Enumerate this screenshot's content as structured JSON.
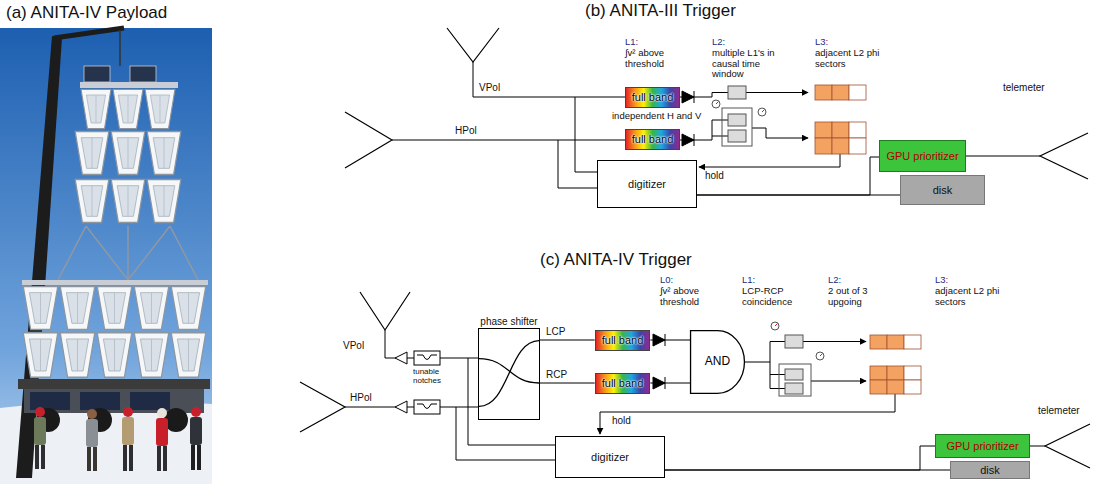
{
  "diagram": {
    "nodes": [
      {
        "text": [
          "full band"
        ]
      },
      {
        "text": [
          "full band"
        ]
      },
      {
        "text": [
          "digitizer"
        ]
      },
      {
        "text": [
          "GPU prioritizer"
        ]
      },
      {
        "text": [
          "disk"
        ]
      },
      {
        "text": [
          "phase shifter"
        ]
      },
      {
        "text": [
          "full band"
        ]
      },
      {
        "text": [
          "full band"
        ]
      },
      {
        "text": [
          "AND"
        ]
      },
      {
        "text": [
          "digitizer"
        ]
      },
      {
        "text": [
          "GPU prioritizer"
        ]
      },
      {
        "text": [
          "disk"
        ]
      }
    ],
    "edges": [
      {
        "from": 2,
        "to": 3,
        "arrow": "none"
      },
      {
        "from": 2,
        "to": 4,
        "arrow": "none"
      },
      {
        "from": 5,
        "to": 6,
        "label": "LCP",
        "arrow": "none"
      },
      {
        "from": 5,
        "to": 7,
        "label": "RCP",
        "arrow": "none"
      },
      {
        "from": 6,
        "to": 8,
        "arrow": "none"
      },
      {
        "from": 7,
        "to": 8,
        "arrow": "none"
      },
      {
        "from": 9,
        "to": 10,
        "arrow": "none"
      },
      {
        "from": 9,
        "to": 11,
        "arrow": "none"
      }
    ],
    "labels": [
      "(a) ANITA-IV Payload",
      "(b) ANITA-III Trigger",
      "L1:",
      "∫v² above threshold",
      "L2:",
      "multiple L1's in causal time window",
      "L3:",
      "adjacent L2 phi sectors",
      "VPol",
      "HPol",
      "independent H and V",
      "hold",
      "telemeter",
      "(c) ANITA-IV Trigger",
      "L0:",
      "∫v² above threshold",
      "L1:",
      "LCP-RCP coincidence",
      "L2:",
      "2 out of 3 upgoing",
      "L3:",
      "adjacent L2 phi sectors",
      "VPol",
      "HPol",
      "tunable notches",
      "hold",
      "telemeter"
    ]
  }
}
